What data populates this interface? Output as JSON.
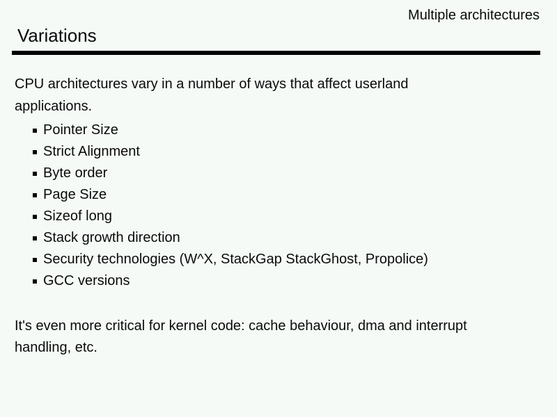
{
  "slide": {
    "context_label": "Multiple architectures",
    "title": "Variations",
    "intro_lines": [
      "CPU architectures vary in a number of ways that affect userland",
      "applications."
    ],
    "bullets": [
      "Pointer Size",
      "Strict Alignment",
      "Byte order",
      "Page Size",
      "Sizeof long",
      "Stack growth direction",
      "Security technologies (W^X, StackGap StackGhost, Propolice)",
      "GCC versions"
    ],
    "outro_lines": [
      "It's even more critical for kernel code: cache behaviour, dma and interrupt",
      "handling, etc."
    ],
    "colors": {
      "background": "#f5faf6",
      "text": "#0a0a0a",
      "rule": "#000000"
    }
  }
}
